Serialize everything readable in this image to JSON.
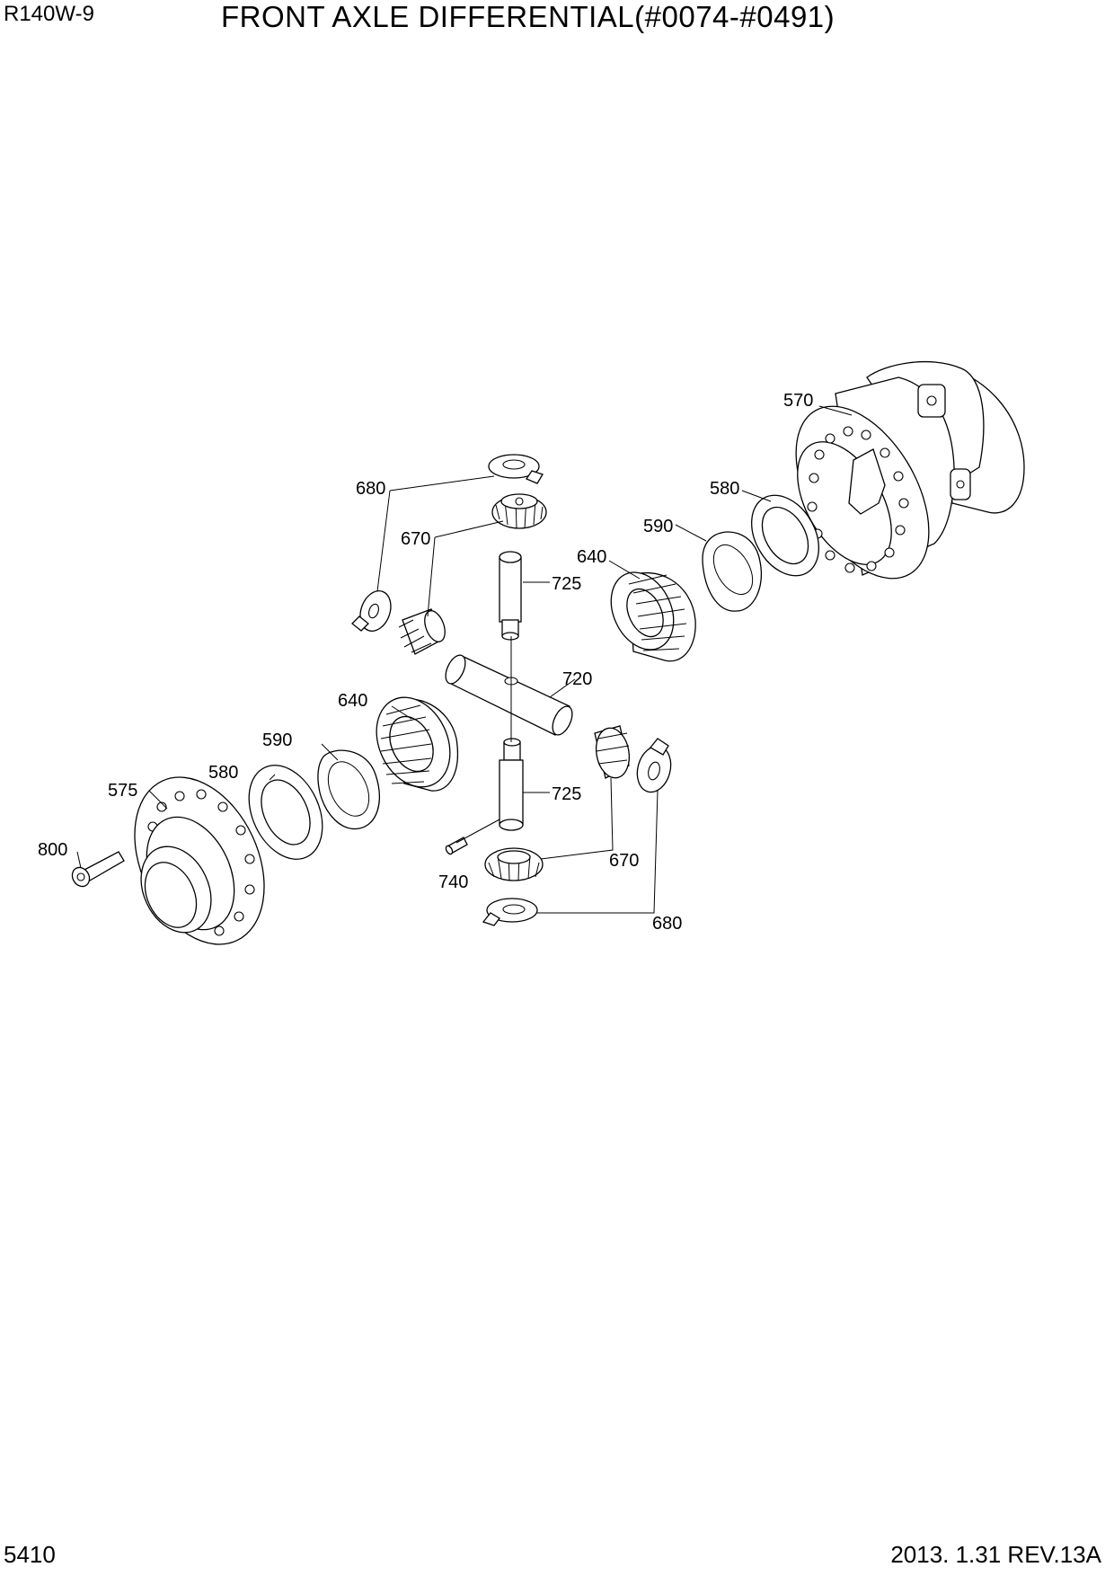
{
  "header": {
    "model": "R140W-9",
    "title": "FRONT AXLE DIFFERENTIAL(#0074-#0491)"
  },
  "footer": {
    "page": "5410",
    "revision": "2013. 1.31 REV.13A"
  },
  "callouts": {
    "c570": "570",
    "c580_upper": "580",
    "c590_upper": "590",
    "c640_upper": "640",
    "c680_upper": "680",
    "c670_upper": "670",
    "c725_upper": "725",
    "c720": "720",
    "c640_lower": "640",
    "c590_lower": "590",
    "c580_lower": "580",
    "c575": "575",
    "c800": "800",
    "c725_lower": "725",
    "c740": "740",
    "c670_lower": "670",
    "c680_lower": "680"
  }
}
